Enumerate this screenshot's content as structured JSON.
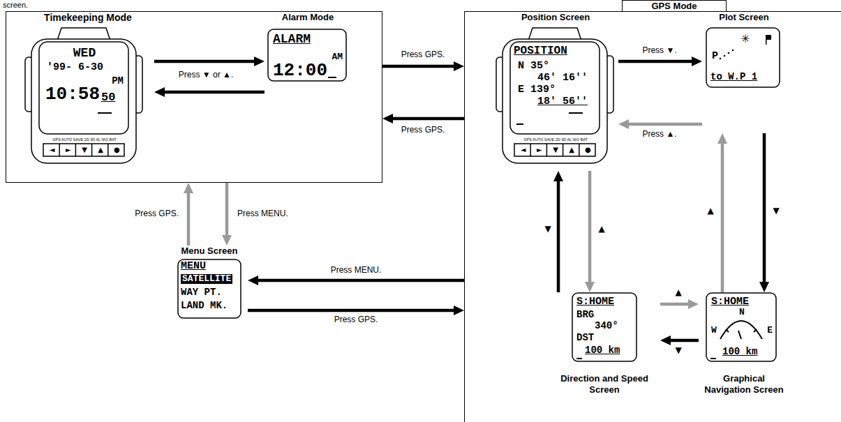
{
  "diagram": {
    "nodes": [
      {
        "text": []
      },
      {
        "text": [
          "Timekeeping Mode"
        ],
        "in": 0
      },
      {
        "text": [
          "Alarm Mode"
        ],
        "in": 0
      },
      {
        "text": [
          "GPS Mode"
        ]
      },
      {
        "text": [
          "Position Screen"
        ],
        "in": 3
      },
      {
        "text": [
          "Plot Screen"
        ],
        "in": 3
      },
      {
        "text": [
          "Direction and Speed Screen"
        ],
        "in": 3
      },
      {
        "text": [
          "Graphical Navigation Screen"
        ],
        "in": 3
      },
      {
        "text": [
          "Menu Screen"
        ]
      }
    ],
    "edges": [
      {
        "from": 1,
        "to": 2,
        "arrow": "to"
      },
      {
        "from": 2,
        "to": 1,
        "arrow": "to",
        "label": "Press ▼ or ▲."
      },
      {
        "from": 0,
        "to": 3,
        "arrow": "to",
        "label": "Press GPS."
      },
      {
        "from": 3,
        "to": 0,
        "arrow": "to",
        "label": "Press GPS."
      },
      {
        "from": 4,
        "to": 5,
        "arrow": "to",
        "label": "Press ▼."
      },
      {
        "from": 5,
        "to": 4,
        "arrow": "to",
        "label": "Press ▲."
      },
      {
        "from": 5,
        "to": 7,
        "arrow": "to",
        "label": "▼"
      },
      {
        "from": 7,
        "to": 5,
        "arrow": "to",
        "label": "▲"
      },
      {
        "from": 7,
        "to": 6,
        "arrow": "to",
        "label": "▼"
      },
      {
        "from": 6,
        "to": 7,
        "arrow": "to",
        "label": "▲"
      },
      {
        "from": 6,
        "to": 4,
        "arrow": "to",
        "label": "▼"
      },
      {
        "from": 4,
        "to": 6,
        "arrow": "to",
        "label": "▲"
      },
      {
        "from": 3,
        "to": 8,
        "arrow": "to",
        "label": "Press MENU."
      },
      {
        "from": 8,
        "to": 3,
        "arrow": "to",
        "label": "Press GPS."
      },
      {
        "from": 8,
        "to": 0,
        "arrow": "to",
        "label": "Press GPS."
      },
      {
        "from": 0,
        "to": 8,
        "arrow": "to",
        "label": "Press MENU."
      }
    ],
    "labels": [
      "screen.",
      "WED",
      "'99- 6-30",
      "PM",
      "10:58",
      "50",
      "GPS AUTO SAVE 2D 3D AL SIG BAT",
      "◄",
      "►",
      "▼",
      "▲",
      "●",
      "ALARM",
      "AM",
      "12:00",
      "POSITION",
      "N 35°",
      "46' 16''",
      "E 139°",
      "18' 56''",
      "GPS AUTO SAVE 2D 3D AL SIG BAT",
      "◄",
      "►",
      "▼",
      "▲",
      "●",
      "✳",
      "P",
      "to W.P 1",
      "S:HOME",
      "BRG",
      "340°",
      "DST",
      "100 km",
      "S:HOME",
      "N",
      "W",
      "E",
      "100 km",
      "MENU",
      "SATELLITE",
      "WAY PT.",
      "LAND MK."
    ]
  }
}
